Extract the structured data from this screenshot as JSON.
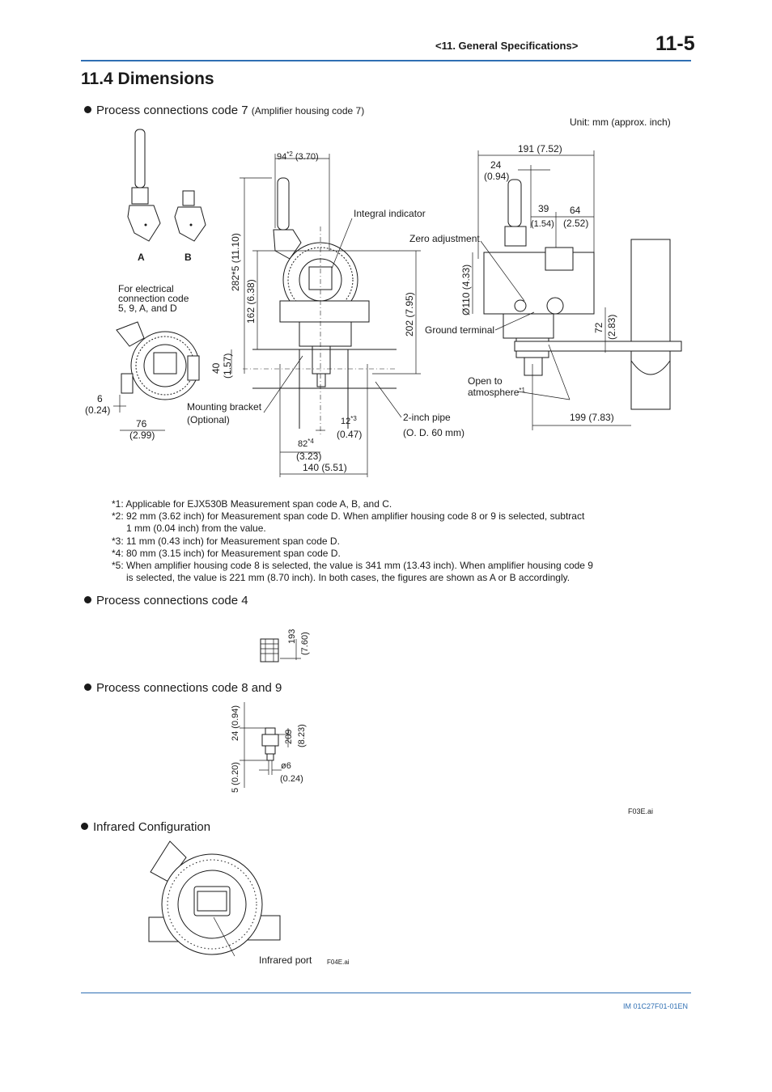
{
  "header": {
    "section": "<11.  General Specifications>",
    "page": "11-5"
  },
  "title": "11.4  Dimensions",
  "unit": "Unit: mm (approx. inch)",
  "bullets": {
    "code7": "Process connections code 7",
    "code7_sub": "(Amplifier housing code 7)",
    "code4": "Process connections code 4",
    "code89": "Process connections code 8 and 9",
    "infrared": "Infrared Configuration"
  },
  "fig1": {
    "label_a": "A",
    "label_b": "B",
    "elec1": "For electrical",
    "elec2": "connection code",
    "elec3": "5, 9, A, and D",
    "d94": "94",
    "d94_sup": "*2",
    "d94_in": " (3.70)",
    "integral": "Integral indicator",
    "d282": "282*5 (11.10)",
    "d162": "162 (6.38)",
    "d202": "202 (7.95)",
    "d40": "40",
    "d40_in": "(1.57)",
    "d6": "6",
    "d6_in": "(0.24)",
    "d76": "76",
    "d76_in": "(2.99)",
    "mount1": "Mounting bracket",
    "mount2": "(Optional)",
    "d12": "12",
    "d12_sup": "*3",
    "d12_in": "(0.47)",
    "pipe1": "2-inch pipe",
    "pipe2": "(O. D. 60 mm)",
    "d82": "82",
    "d82_sup": "*4",
    "d82_in": "(3.23)",
    "d140": "140 (5.51)",
    "d191": "191 (7.52)",
    "d24": "24",
    "d24_in": "(0.94)",
    "d39": "39",
    "d39_in": "(1.54)",
    "d64": "64",
    "d64_in": "(2.52)",
    "zero": "Zero adjustment",
    "d110": "Ø110 (4.33)",
    "ground": "Ground terminal",
    "d72": "72",
    "d72_in": "(2.83)",
    "open1": "Open to",
    "open2": "atmosphere",
    "open_sup": "*1",
    "d199": "199 (7.83)"
  },
  "notes": [
    "*1: Applicable for EJX530B Measurement span code A, B, and C.",
    "*2: 92 mm (3.62 inch) for Measurement span code D.  When amplifier housing code 8 or 9 is selected, subtract",
    "1 mm (0.04 inch) from the value.",
    "*3: 11 mm (0.43 inch) for Measurement span code D.",
    "*4: 80 mm (3.15 inch) for Measurement span code D.",
    "*5: When amplifier housing code 8 is selected, the value is 341 mm (13.43 inch).  When amplifier housing code 9",
    "is selected, the value is 221 mm (8.70 inch).  In both cases, the figures are shown as A or B accordingly."
  ],
  "fig2": {
    "d193": "193",
    "d193_in": "(7.60)"
  },
  "fig3": {
    "d24": "24 (0.94)",
    "d209": "209",
    "d209_in": "(8.23)",
    "d5": "5 (0.20)",
    "phi6": "ø6",
    "phi6_in": "(0.24)"
  },
  "fig_ref1": "F03E.ai",
  "fig4": {
    "port": "Infrared port",
    "ref": "F04E.ai"
  },
  "footer": "IM 01C27F01-01EN",
  "colors": {
    "accent": "#2f6fb3"
  }
}
